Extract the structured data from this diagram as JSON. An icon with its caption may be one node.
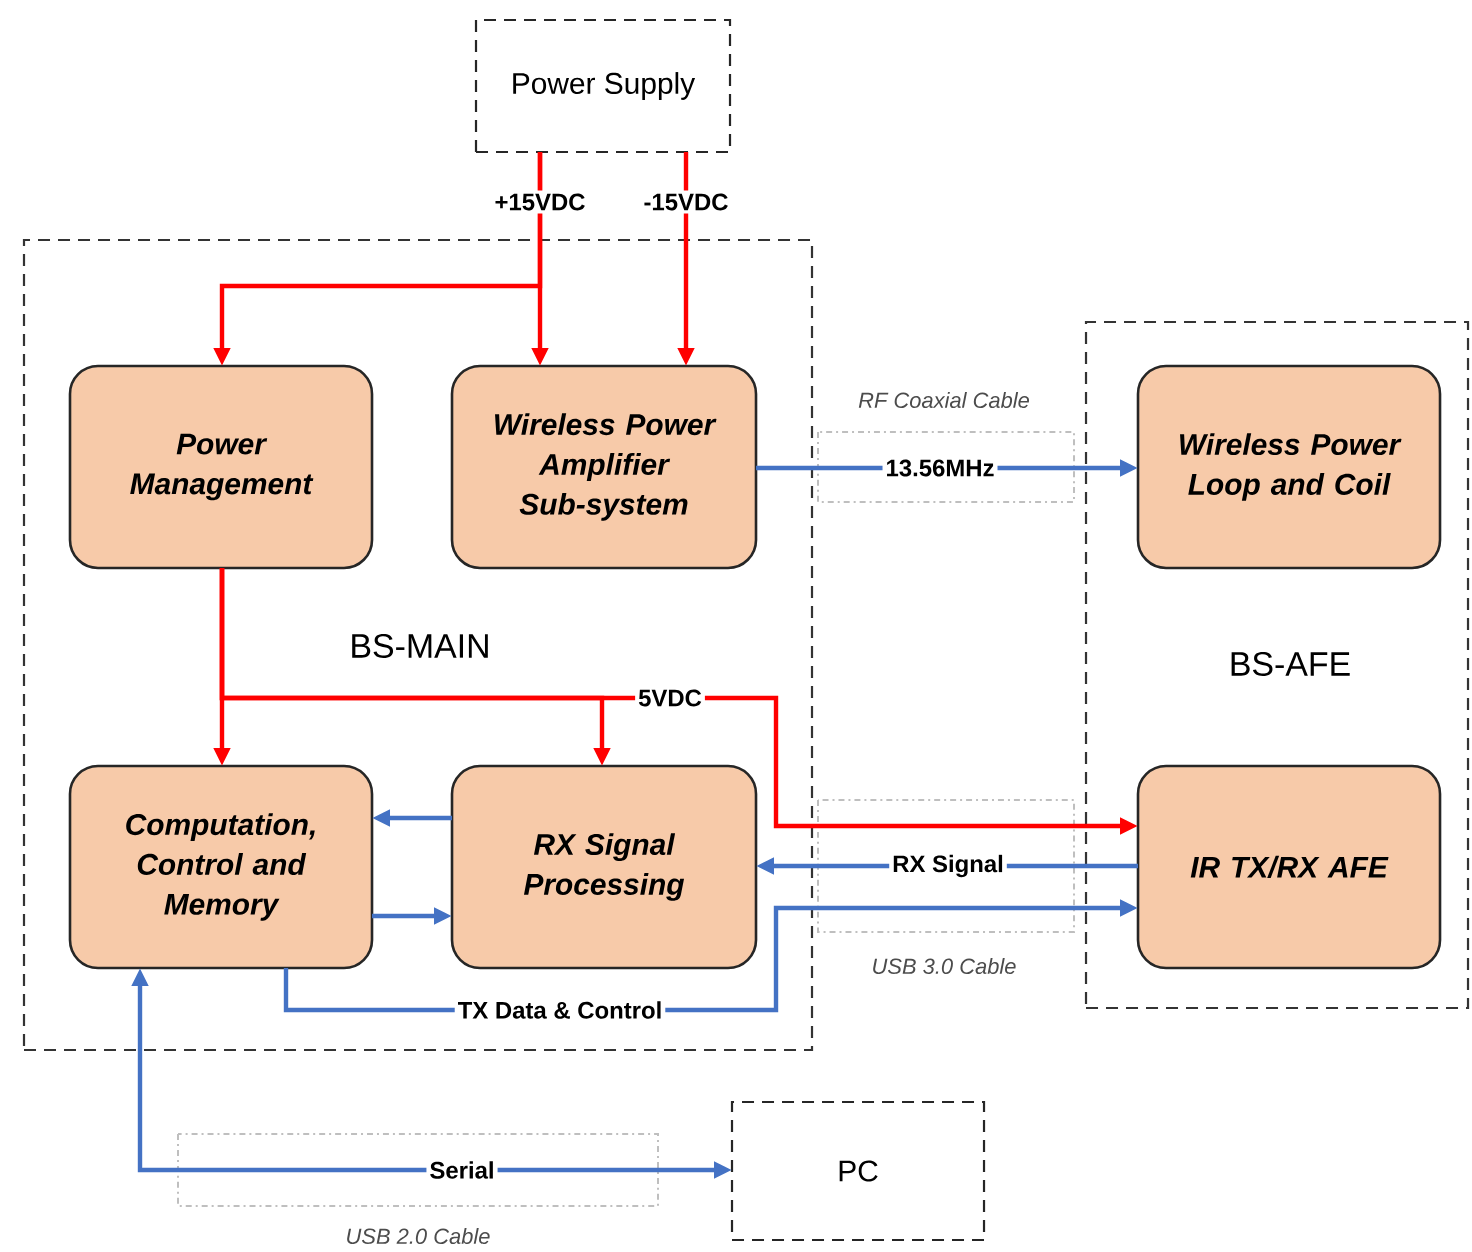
{
  "diagram": {
    "nodes": [
      {
        "text": [
          "Power Supply"
        ]
      },
      {
        "text": [
          "BS-MAIN"
        ]
      },
      {
        "text": [
          "Power Management"
        ],
        "in": 1
      },
      {
        "text": [
          "Wireless Power Amplifier Sub-system"
        ],
        "in": 1
      },
      {
        "text": [
          "Computation, Control and Memory"
        ],
        "in": 1
      },
      {
        "text": [
          "RX Signal Processing"
        ],
        "in": 1
      },
      {
        "text": [
          "BS-AFE"
        ]
      },
      {
        "text": [
          "Wireless Power Loop and Coil"
        ],
        "in": 6
      },
      {
        "text": [
          "IR TX/RX AFE"
        ],
        "in": 6
      },
      {
        "text": [
          "PC"
        ]
      }
    ],
    "edges": [
      {
        "from": 0,
        "to": 3,
        "arrow": "to",
        "label": "+15VDC",
        "color": "#ff0000"
      },
      {
        "from": 0,
        "to": 2,
        "arrow": "to",
        "color": "#ff0000"
      },
      {
        "from": 0,
        "to": 3,
        "arrow": "to",
        "label": "-15VDC",
        "color": "#ff0000"
      },
      {
        "from": 2,
        "to": 4,
        "arrow": "to",
        "color": "#ff0000"
      },
      {
        "from": 2,
        "to": 5,
        "arrow": "to",
        "color": "#ff0000"
      },
      {
        "from": 2,
        "to": 8,
        "arrow": "to",
        "label": "5VDC",
        "color": "#ff0000"
      },
      {
        "from": 3,
        "to": 7,
        "arrow": "to",
        "label": "13.56MHz",
        "color": "#4472c4"
      },
      {
        "from": 5,
        "to": 4,
        "arrow": "to",
        "color": "#4472c4"
      },
      {
        "from": 4,
        "to": 5,
        "arrow": "to",
        "color": "#4472c4"
      },
      {
        "from": 8,
        "to": 5,
        "arrow": "to",
        "label": "RX Signal",
        "color": "#4472c4"
      },
      {
        "from": 4,
        "to": 8,
        "arrow": "to",
        "label": "TX Data & Control",
        "color": "#4472c4"
      },
      {
        "from": 4,
        "to": 9,
        "arrow": "both",
        "label": "Serial",
        "color": "#4472c4"
      }
    ],
    "labels": [
      "RF Coaxial Cable",
      "USB 3.0 Cable",
      "USB 2.0 Cable"
    ]
  }
}
